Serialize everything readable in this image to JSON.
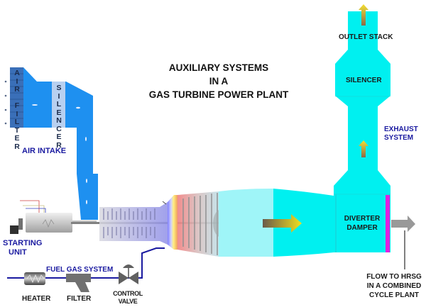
{
  "title": {
    "line1": "AUXILIARY  SYSTEMS",
    "line2": "IN A",
    "line3": "GAS  TURBINE POWER PLANT"
  },
  "labels": {
    "air_filter_letters": [
      "A",
      "I",
      "R",
      "",
      "F",
      "I",
      "L",
      "T",
      "E",
      "R"
    ],
    "intake_silencer_letters": [
      "S",
      "I",
      "L",
      "E",
      "N",
      "C",
      "E",
      "R"
    ],
    "air_intake": "AIR INTAKE",
    "starting_unit_line1": "STARTING",
    "starting_unit_line2": "UNIT",
    "fuel_gas_system": "FUEL GAS SYSTEM",
    "heater": "HEATER",
    "filter": "FILTER",
    "control_valve_line1": "CONTROL",
    "control_valve_line2": "VALVE",
    "outlet_stack": "OUTLET STACK",
    "exhaust_silencer": "SILENCER",
    "exhaust_system_line1": "EXHAUST",
    "exhaust_system_line2": "SYSTEM",
    "diverter_damper_line1": "DIVERTER",
    "diverter_damper_line2": "DAMPER",
    "hrsg_line1": "FLOW TO HRSG",
    "hrsg_line2": "IN A COMBINED",
    "hrsg_line3": "CYCLE PLANT"
  },
  "colors": {
    "intake_duct": "#1e90f0",
    "air_filter": "#3a6fb8",
    "intake_silencer": "#b8d0f0",
    "exhaust_duct": "#00f0f0",
    "exhaust_light": "#9ff5f8",
    "fuel_line": "#1a1aa0",
    "diverter_plate": "#e020e0",
    "label_blue": "#1a1aa0",
    "hrsg_arrow": "#999999"
  }
}
